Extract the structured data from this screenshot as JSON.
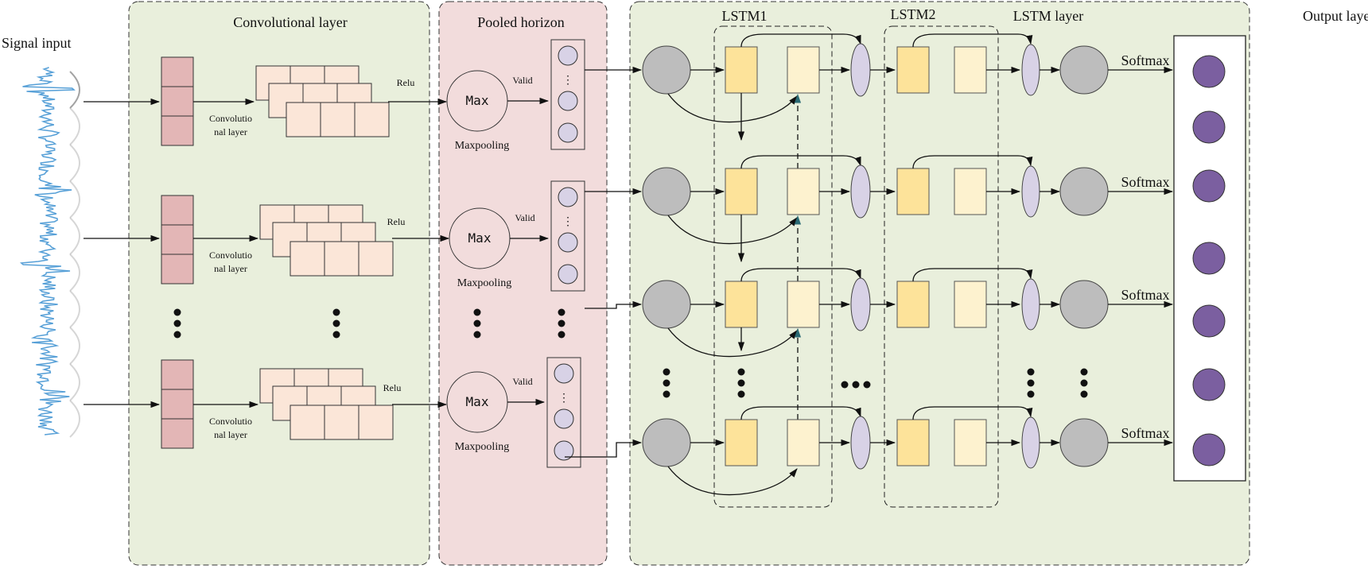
{
  "titles": {
    "signal_input": "Signal input",
    "convolutional_layer": "Convolutional layer",
    "pooled_horizon": "Pooled horizon",
    "lstm1": "LSTM1",
    "lstm2": "LSTM2",
    "lstm_layer": "LSTM layer",
    "output_layer": "Output layer"
  },
  "labels": {
    "conv_line1": "Convolutio",
    "conv_line2": "nal layer",
    "relu": "Relu",
    "max": "Max",
    "valid": "Valid",
    "maxpooling": "Maxpooling",
    "softmax": "Softmax",
    "vertical_dots": "⋮"
  },
  "colors": {
    "conv_panel": "#e9efdc",
    "pool_panel": "#f2dcdc",
    "lstm_panel": "#e9efdc",
    "kernel": "#e3b6b6",
    "feature_map": "#fbe6d8",
    "gate_dark": "#fde39a",
    "gate_light": "#fdf2cf",
    "gray_node": "#bdbdbd",
    "pool_node": "#d8d2e6",
    "output_node": "#7b5fa0",
    "signal": "#3a8fd0",
    "dashed_arrow": "#2a6a74"
  }
}
